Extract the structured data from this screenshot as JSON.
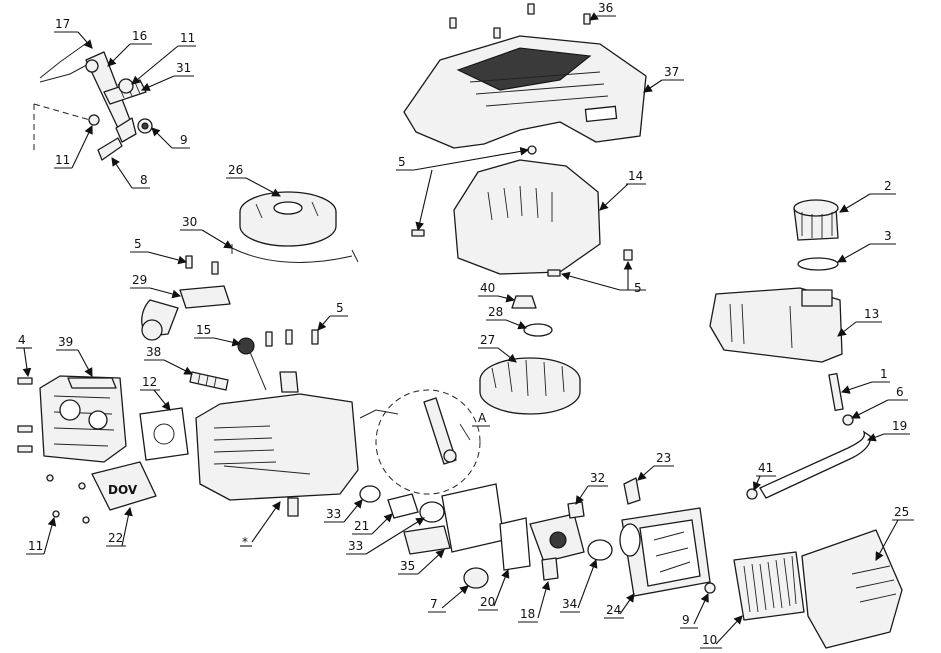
{
  "callouts": [
    {
      "label": "17"
    },
    {
      "label": "16"
    },
    {
      "label": "11"
    },
    {
      "label": "31"
    },
    {
      "label": "11"
    },
    {
      "label": "9"
    },
    {
      "label": "8"
    },
    {
      "label": "26"
    },
    {
      "label": "30"
    },
    {
      "label": "5"
    },
    {
      "label": "29"
    },
    {
      "label": "15"
    },
    {
      "label": "5"
    },
    {
      "label": "4"
    },
    {
      "label": "39"
    },
    {
      "label": "38"
    },
    {
      "label": "12"
    },
    {
      "label": "A"
    },
    {
      "label": "11"
    },
    {
      "label": "22"
    },
    {
      "label": "*"
    },
    {
      "label": "33"
    },
    {
      "label": "21"
    },
    {
      "label": "33"
    },
    {
      "label": "35"
    },
    {
      "label": "36"
    },
    {
      "label": "37"
    },
    {
      "label": "5"
    },
    {
      "label": "14"
    },
    {
      "label": "5"
    },
    {
      "label": "40"
    },
    {
      "label": "28"
    },
    {
      "label": "27"
    },
    {
      "label": "2"
    },
    {
      "label": "3"
    },
    {
      "label": "13"
    },
    {
      "label": "1"
    },
    {
      "label": "6"
    },
    {
      "label": "19"
    },
    {
      "label": "41"
    },
    {
      "label": "23"
    },
    {
      "label": "32"
    },
    {
      "label": "18"
    },
    {
      "label": "34"
    },
    {
      "label": "24"
    },
    {
      "label": "20"
    },
    {
      "label": "7"
    },
    {
      "label": "9"
    },
    {
      "label": "10"
    },
    {
      "label": "25"
    }
  ],
  "cover_text": "DOV"
}
